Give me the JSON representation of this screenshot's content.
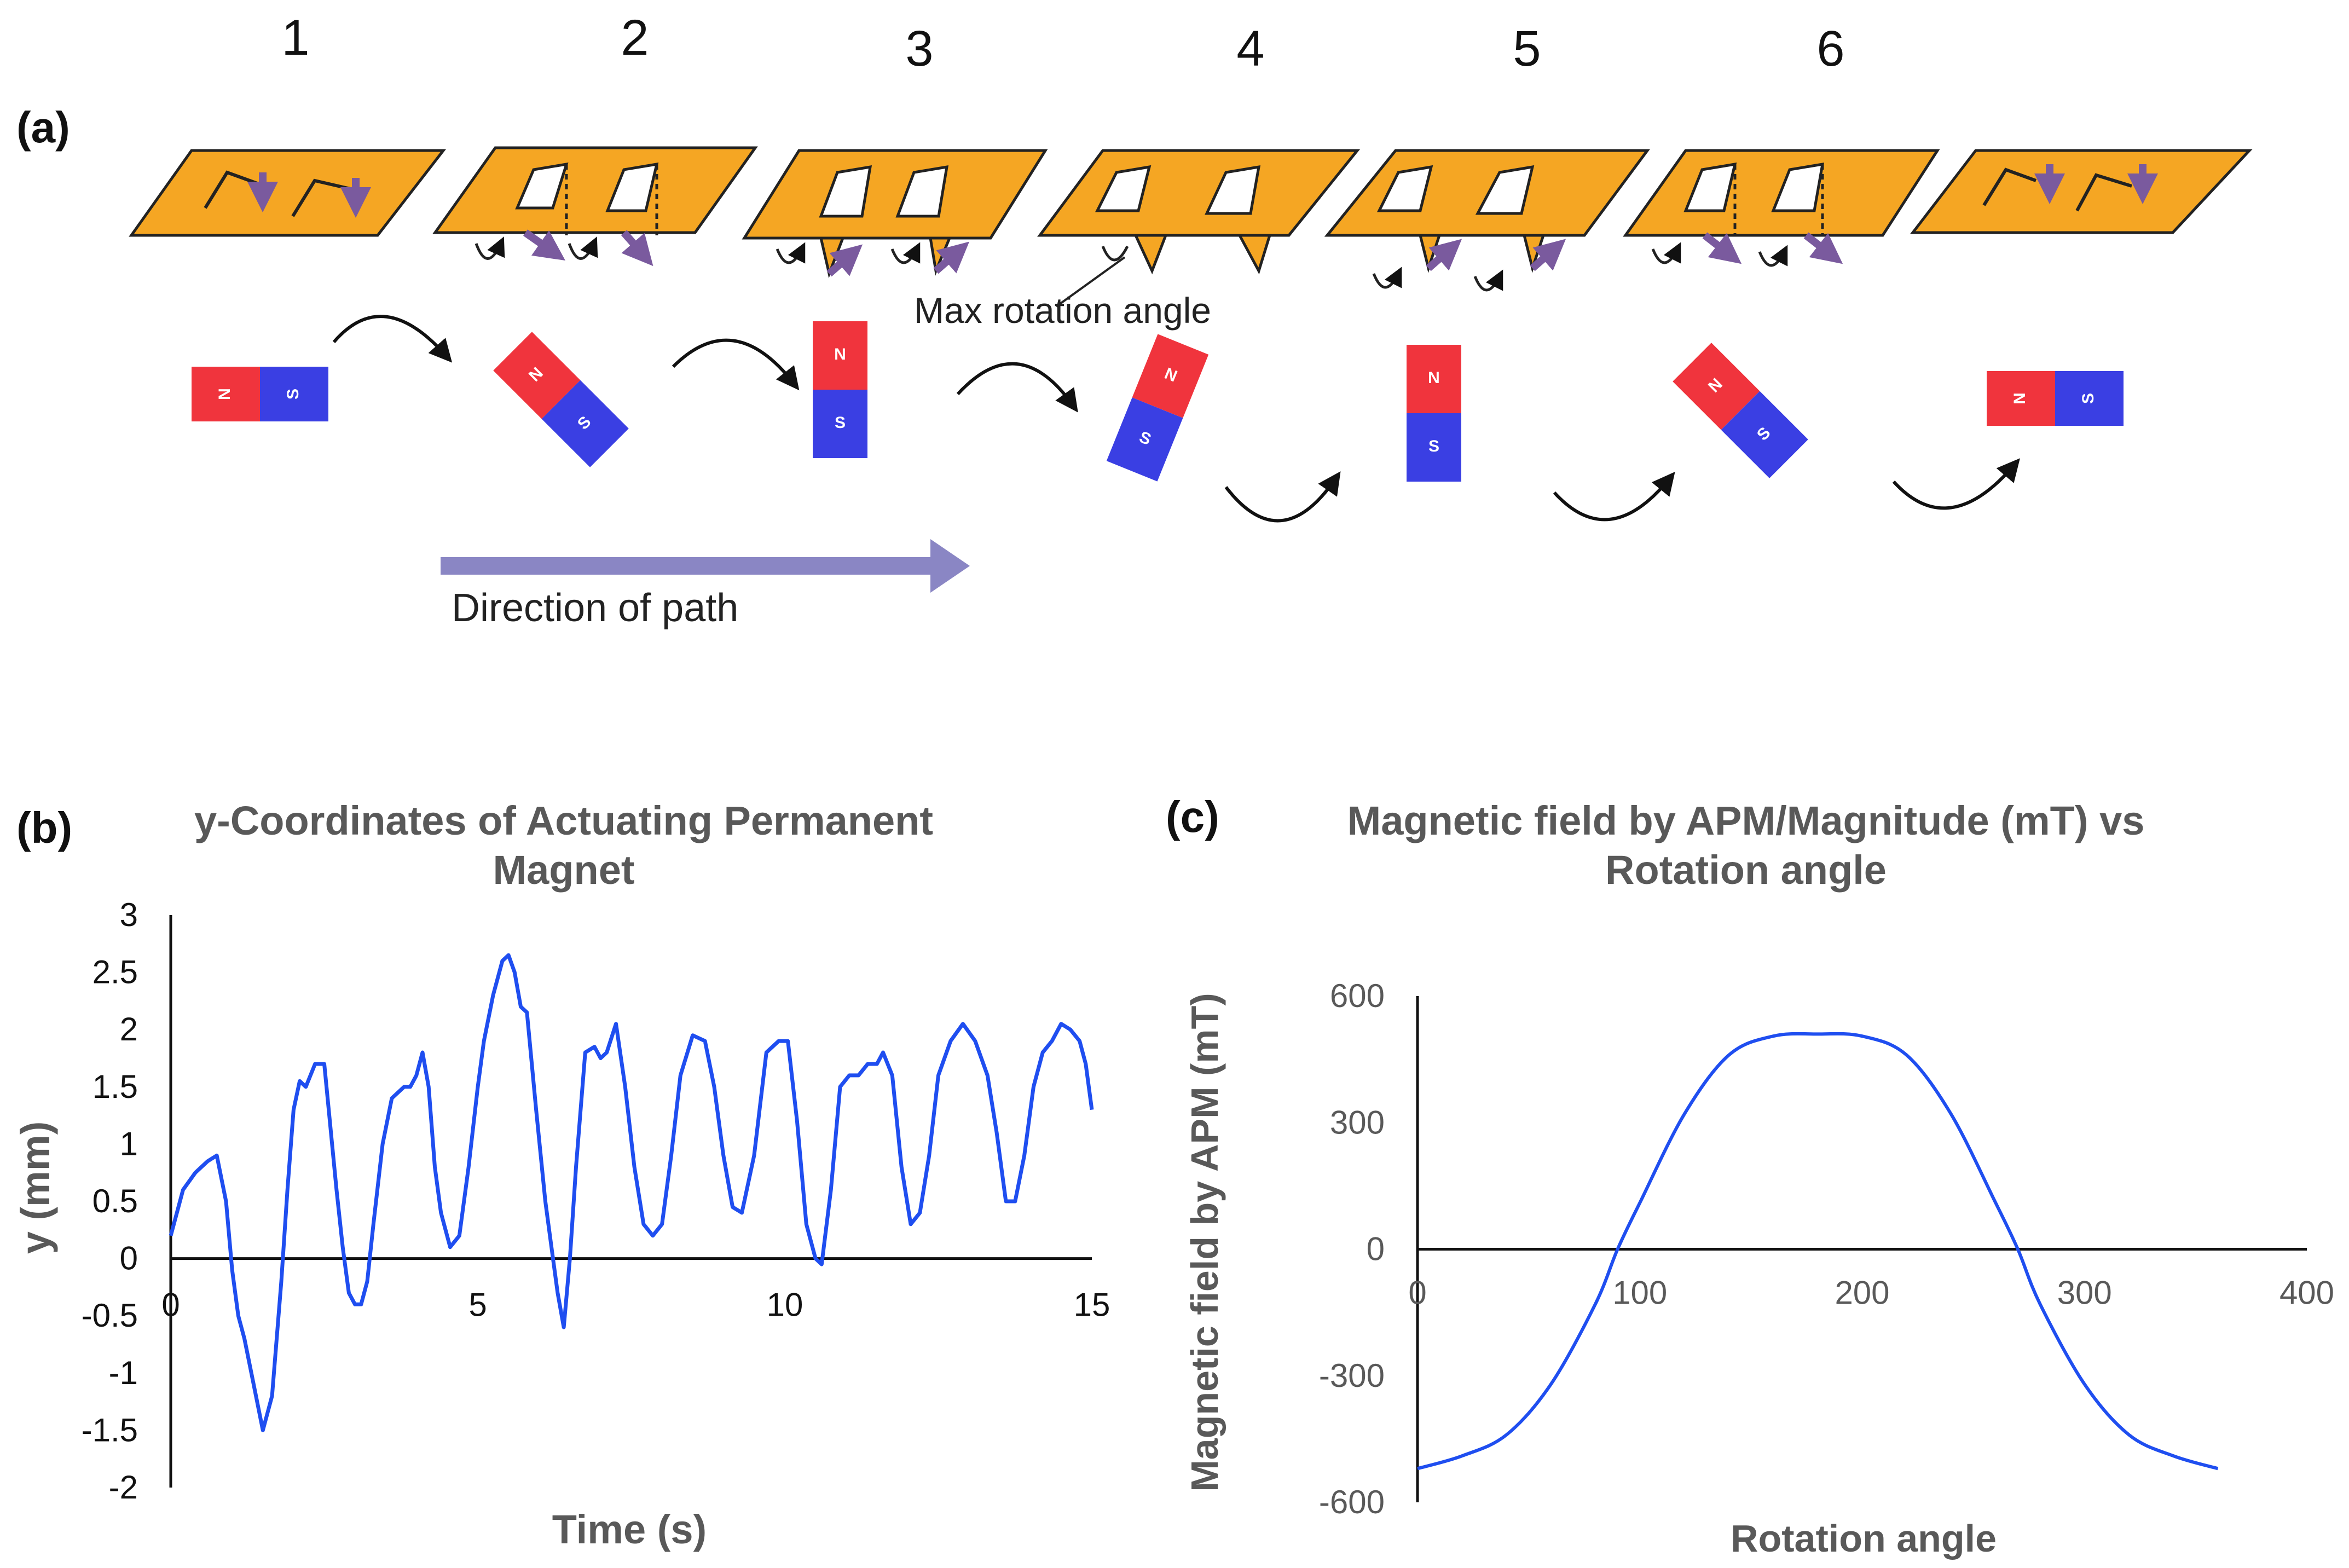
{
  "diagram": {
    "step_numbers": [
      "1",
      "2",
      "3",
      "4",
      "5",
      "6"
    ],
    "panel_labels": {
      "a": "(a)",
      "b": "(b)",
      "c": "(c)"
    },
    "annotation_max_rotation": "Max rotation angle",
    "annotation_direction": "Direction of path",
    "magnet_labels": {
      "north": "N",
      "south": "S"
    },
    "colors": {
      "plate": "#f5a623",
      "north": "#f0343d",
      "south": "#3a3fe3",
      "arrow_purple": "#7a5a9e",
      "path_arrow": "#8a86c4",
      "curve": "#1f4ef0"
    }
  },
  "charts": {
    "b": {
      "title_line1": "y-Coordinates of Actuating Permanent",
      "title_line2": "Magnet",
      "xlabel": "Time (s)",
      "ylabel": "y (mm)",
      "xticks": [
        "0",
        "5",
        "10",
        "15"
      ],
      "yticks": [
        "3",
        "2.5",
        "2",
        "1.5",
        "1",
        "0.5",
        "0",
        "-0.5",
        "-1",
        "-1.5",
        "-2"
      ]
    },
    "c": {
      "title_line1": "Magnetic field by APM/Magnitude (mT) vs",
      "title_line2": "Rotation angle",
      "xlabel": "Rotation angle",
      "ylabel": "Magnetic field by APM (mT)",
      "xticks": [
        "0",
        "100",
        "200",
        "300",
        "400"
      ],
      "yticks": [
        "600",
        "300",
        "0",
        "-300",
        "-600"
      ]
    }
  },
  "chart_data": [
    {
      "type": "line",
      "title": "y-Coordinates of Actuating Permanent Magnet",
      "xlabel": "Time (s)",
      "ylabel": "y (mm)",
      "xlim": [
        0,
        15
      ],
      "ylim": [
        -2,
        3
      ],
      "series": [
        {
          "x": [
            0,
            0.2,
            0.4,
            0.6,
            0.75,
            0.9,
            1.0,
            1.1,
            1.2,
            1.35,
            1.5,
            1.65,
            1.8,
            1.9,
            2.0,
            2.1,
            2.2,
            2.35,
            2.5,
            2.7,
            2.8,
            2.9,
            3.0,
            3.1,
            3.2,
            3.3,
            3.45,
            3.6,
            3.7,
            3.8,
            3.9,
            4.0,
            4.1,
            4.2,
            4.3,
            4.4,
            4.55,
            4.7,
            4.85,
            5.0,
            5.1,
            5.25,
            5.4,
            5.5,
            5.6,
            5.7,
            5.8,
            5.95,
            6.1,
            6.2,
            6.3,
            6.4,
            6.5,
            6.6,
            6.75,
            6.9,
            7.0,
            7.1,
            7.25,
            7.4,
            7.55,
            7.7,
            7.85,
            8.0,
            8.15,
            8.3,
            8.5,
            8.7,
            8.85,
            9.0,
            9.15,
            9.3,
            9.5,
            9.7,
            9.9,
            10.05,
            10.2,
            10.35,
            10.5,
            10.6,
            10.75,
            10.9,
            11.05,
            11.2,
            11.35,
            11.5,
            11.6,
            11.75,
            11.9,
            12.05,
            12.2,
            12.35,
            12.5,
            12.7,
            12.9,
            13.1,
            13.3,
            13.45,
            13.6,
            13.75,
            13.9,
            14.05,
            14.2,
            14.35,
            14.5,
            14.65,
            14.8,
            14.9,
            15.0
          ],
          "y": [
            0.2,
            0.6,
            0.75,
            0.85,
            0.9,
            0.5,
            -0.1,
            -0.5,
            -0.7,
            -1.1,
            -1.5,
            -1.2,
            -0.2,
            0.6,
            1.3,
            1.55,
            1.5,
            1.7,
            1.7,
            0.6,
            0.1,
            -0.3,
            -0.4,
            -0.4,
            -0.2,
            0.3,
            1.0,
            1.4,
            1.45,
            1.5,
            1.5,
            1.6,
            1.8,
            1.5,
            0.8,
            0.4,
            0.1,
            0.2,
            0.8,
            1.5,
            1.9,
            2.3,
            2.6,
            2.65,
            2.5,
            2.2,
            2.15,
            1.3,
            0.5,
            0.1,
            -0.3,
            -0.6,
            0.0,
            0.8,
            1.8,
            1.85,
            1.75,
            1.8,
            2.05,
            1.5,
            0.8,
            0.3,
            0.2,
            0.3,
            0.9,
            1.6,
            1.95,
            1.9,
            1.5,
            0.9,
            0.45,
            0.4,
            0.9,
            1.8,
            1.9,
            1.9,
            1.2,
            0.3,
            0.0,
            -0.05,
            0.6,
            1.5,
            1.6,
            1.6,
            1.7,
            1.7,
            1.8,
            1.6,
            0.8,
            0.3,
            0.4,
            0.9,
            1.6,
            1.9,
            2.05,
            1.9,
            1.6,
            1.1,
            0.5,
            0.5,
            0.9,
            1.5,
            1.8,
            1.9,
            2.05,
            2.0,
            1.9,
            1.7,
            1.3
          ]
        }
      ]
    },
    {
      "type": "line",
      "title": "Magnetic field by APM/Magnitude (mT) vs Rotation angle",
      "xlabel": "Rotation angle",
      "ylabel": "Magnetic field by APM (mT)",
      "xlim": [
        0,
        400
      ],
      "ylim": [
        -600,
        600
      ],
      "series": [
        {
          "x": [
            0,
            20,
            40,
            60,
            80,
            90,
            100,
            120,
            140,
            160,
            180,
            200,
            220,
            240,
            260,
            270,
            280,
            300,
            320,
            340,
            360
          ],
          "y": [
            -520,
            -490,
            -440,
            -320,
            -130,
            0,
            110,
            320,
            460,
            505,
            510,
            505,
            460,
            320,
            110,
            0,
            -130,
            -320,
            -440,
            -490,
            -520
          ]
        }
      ]
    }
  ]
}
